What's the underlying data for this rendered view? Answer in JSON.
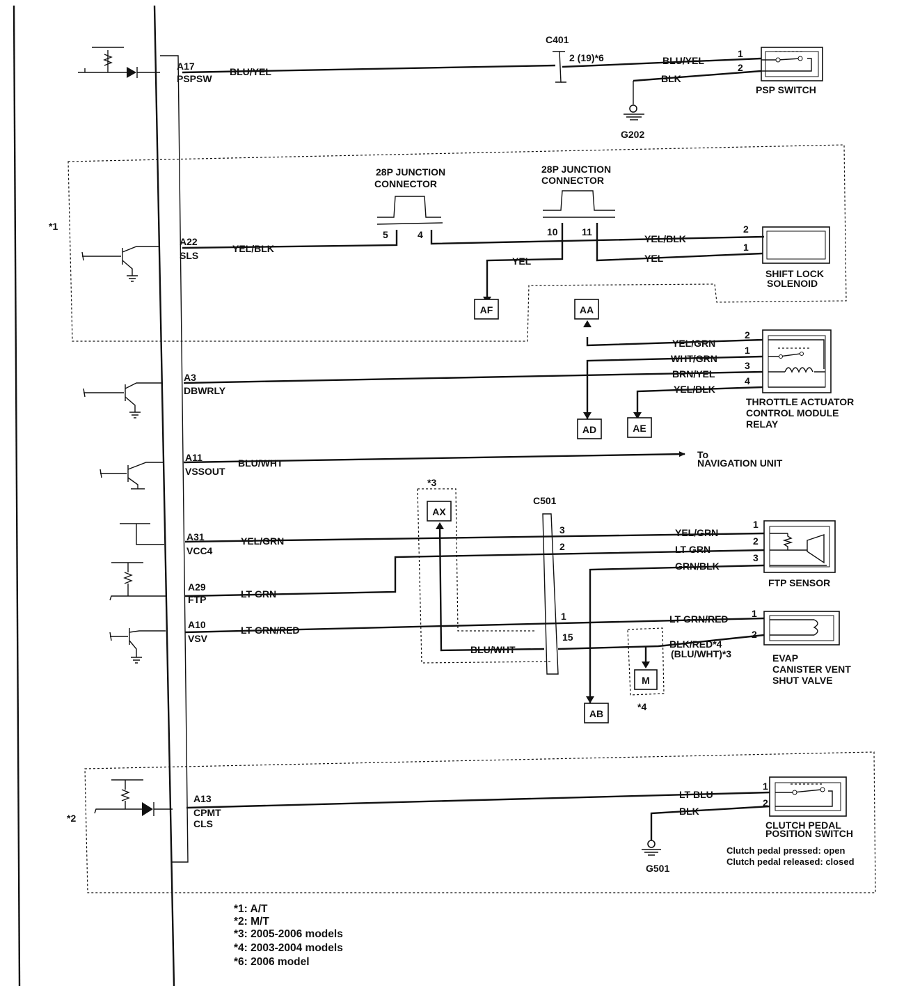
{
  "ecm_pins": [
    {
      "pin": "A17",
      "signal": "PSPSW",
      "wire": "BLU/YEL"
    },
    {
      "pin": "A22",
      "signal": "SLS",
      "wire": "YEL/BLK"
    },
    {
      "pin": "A3",
      "signal": "DBWRLY",
      "wire": ""
    },
    {
      "pin": "A11",
      "signal": "VSSOUT",
      "wire": "BLU/WHT"
    },
    {
      "pin": "A31",
      "signal": "VCC4",
      "wire": "YEL/GRN"
    },
    {
      "pin": "A29",
      "signal": "FTP",
      "wire": "LT GRN"
    },
    {
      "pin": "A10",
      "signal": "VSV",
      "wire": "LT GRN/RED"
    },
    {
      "pin": "A13",
      "signal": "CPMT",
      "signal2": "CLS",
      "wire": ""
    }
  ],
  "connectors": {
    "c401": {
      "name": "C401",
      "pin_label": "2 (19)*6"
    },
    "c501": {
      "name": "C501",
      "pins": [
        "3",
        "2",
        "1",
        "15"
      ]
    },
    "jc1": {
      "line1": "28P JUNCTION",
      "line2": "CONNECTOR",
      "pins": [
        "5",
        "4"
      ]
    },
    "jc2": {
      "line1": "28P JUNCTION",
      "line2": "CONNECTOR",
      "pins": [
        "10",
        "11"
      ]
    }
  },
  "grounds": {
    "g202": "G202",
    "g501": "G501"
  },
  "components": {
    "psp_switch": {
      "name": "PSP SWITCH",
      "pins": [
        "1",
        "2"
      ],
      "wires": [
        "BLU/YEL",
        "BLK"
      ]
    },
    "shift_lock": {
      "line1": "SHIFT LOCK",
      "line2": "SOLENOID",
      "pins": [
        "2",
        "1"
      ],
      "wires": [
        "YEL/BLK",
        "YEL"
      ]
    },
    "tac_relay": {
      "line1": "THROTTLE ACTUATOR",
      "line2": "CONTROL MODULE",
      "line3": "RELAY",
      "pins": [
        "2",
        "1",
        "3",
        "4"
      ],
      "wires": [
        "YEL/GRN",
        "WHT/GRN",
        "BRN/YEL",
        "YEL/BLK"
      ]
    },
    "nav": {
      "line1": "To",
      "line2": "NAVIGATION UNIT"
    },
    "ftp_sensor": {
      "name": "FTP SENSOR",
      "pins": [
        "1",
        "2",
        "3"
      ],
      "wires": [
        "YEL/GRN",
        "LT GRN",
        "GRN/BLK"
      ]
    },
    "evap": {
      "line1": "EVAP",
      "line2": "CANISTER VENT",
      "line3": "SHUT VALVE",
      "pins": [
        "1",
        "2"
      ],
      "wires": [
        "LT GRN/RED",
        "BLK/RED*4",
        "(BLU/WHT)*3"
      ]
    },
    "clutch": {
      "line1": "CLUTCH PEDAL",
      "line2": "POSITION SWITCH",
      "pins": [
        "1",
        "2"
      ],
      "wires": [
        "LT BLU",
        "BLK"
      ],
      "note1": "Clutch pedal pressed: open",
      "note2": "Clutch pedal released: closed"
    }
  },
  "misc_wires": {
    "jc_yel": "YEL",
    "ax_wire": "BLU/WHT"
  },
  "terminals": [
    "AF",
    "AA",
    "AD",
    "AE",
    "AX",
    "AB",
    "M"
  ],
  "group_marks": {
    "m1": "*1",
    "m2": "*2",
    "m3": "*3",
    "m4": "*4"
  },
  "legend": [
    "*1: A/T",
    "*2: M/T",
    "*3: 2005-2006 models",
    "*4: 2003-2004 models",
    "*6: 2006 model"
  ]
}
